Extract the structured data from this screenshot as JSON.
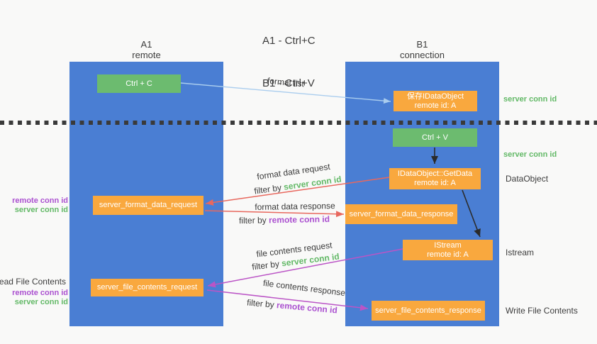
{
  "title": {
    "line1": "A1 - Ctrl+C",
    "line2": "B1 - Ctrl+V"
  },
  "lanes": {
    "a1": {
      "header_top": "A1",
      "header_bottom": "remote"
    },
    "b1": {
      "header_top": "B1",
      "header_bottom": "connection"
    }
  },
  "nodes": {
    "ctrl_c": {
      "label": "Ctrl + C"
    },
    "ctrl_v": {
      "label": "Ctrl + V"
    },
    "save_dataobject": {
      "line1": "保存IDataObject",
      "line2": "remote id: A"
    },
    "getdata": {
      "line1": "IDataObject::GetData",
      "line2": "remote id: A"
    },
    "istream": {
      "line1": "IStream",
      "line2": "remote id: A"
    },
    "server_format_data_request": {
      "label": "server_format_data_request"
    },
    "server_format_data_response": {
      "label": "server_format_data_response"
    },
    "server_file_contents_request": {
      "label": "server_file_contents_request"
    },
    "server_file_contents_response": {
      "label": "server_file_contents_response"
    }
  },
  "flow_labels": {
    "format_list": "format list",
    "format_data_request": "format data request",
    "format_data_response": "format data response",
    "file_contents_request": "file contents request",
    "file_contents_response": "file contents response",
    "filter_by": "filter by ",
    "server_conn_id": "server conn id",
    "remote_conn_id": "remote conn id"
  },
  "side_labels": {
    "server_conn_id": "server conn id",
    "remote_conn_id": "remote conn id",
    "dataobject": "DataObject",
    "istream": "Istream",
    "read_file_contents": "Read File Contents",
    "write_file_contents": "Write File Contents"
  },
  "colors": {
    "lane_blue": "#4a7ed3",
    "box_green": "#6cbb6f",
    "box_orange": "#f9a83e",
    "arrow_blue": "#aacdee",
    "arrow_red": "#e8685e",
    "arrow_magenta": "#bb55c6",
    "arrow_black": "#2b2b2b",
    "text_green": "#63b967",
    "text_purple": "#ab51d0",
    "divider_dark": "#3a3a3a"
  }
}
